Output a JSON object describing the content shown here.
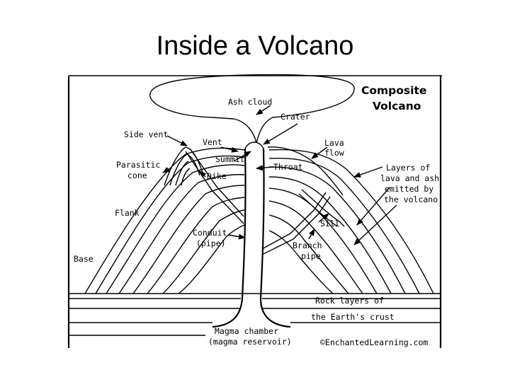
{
  "title": "Inside a Volcano",
  "diagram": {
    "heading_line1": "Composite",
    "heading_line2": "Volcano",
    "labels": {
      "ash_cloud": "Ash cloud",
      "crater": "Crater",
      "side_vent": "Side vent",
      "vent": "Vent",
      "summit": "Summit",
      "lava_flow_1": "Lava",
      "lava_flow_2": "flow",
      "parasitic_cone_1": "Parasitic",
      "parasitic_cone_2": "cone",
      "dike": "Dike",
      "throat": "Throat",
      "layers_1": "Layers of",
      "layers_2": "lava and ash",
      "layers_3": "emitted by",
      "layers_4": "the volcano",
      "flank": "Flank",
      "sill": "Sill",
      "conduit_1": "Conduit",
      "conduit_2": "(pipe)",
      "branch_pipe_1": "Branch",
      "branch_pipe_2": "pipe",
      "base": "Base",
      "rock_layers_1": "Rock layers of",
      "rock_layers_2": "the Earth's crust",
      "magma_chamber_1": "Magma chamber",
      "magma_chamber_2": "(magma reservoir)",
      "credit": "©EnchantedLearning.com"
    }
  }
}
